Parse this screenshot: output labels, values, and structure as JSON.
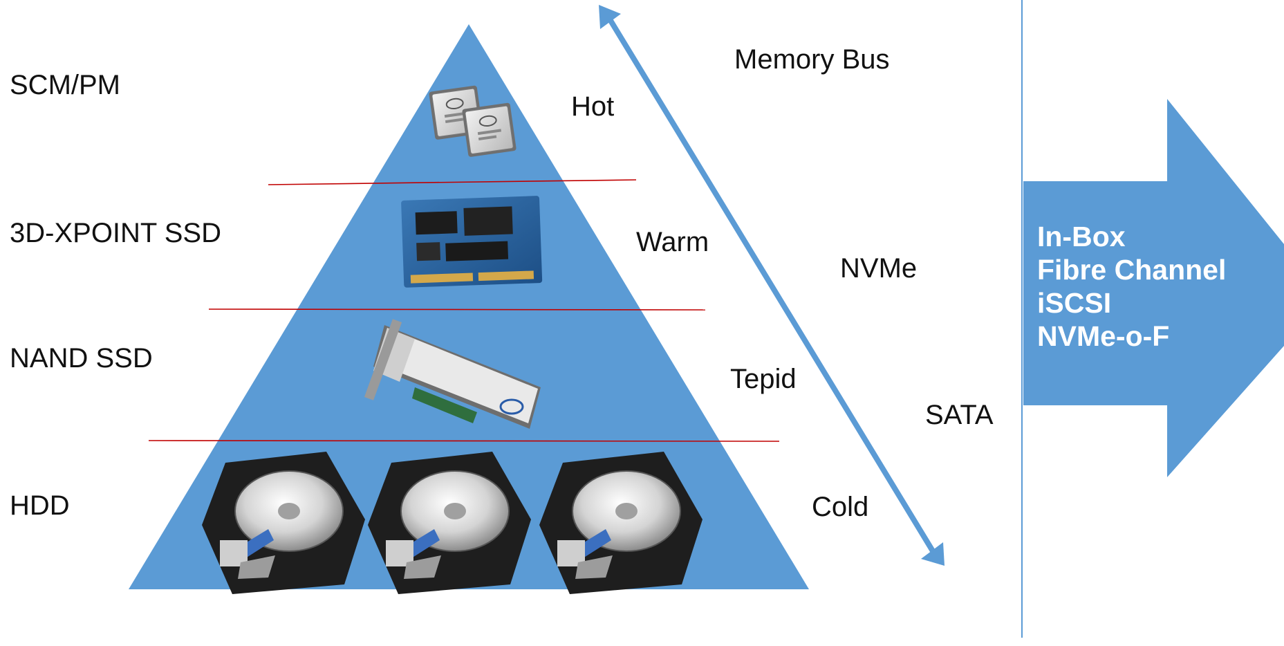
{
  "tiers": [
    {
      "name": "SCM/PM",
      "temperature": "Hot",
      "device_icon": "xeon-processor-icon"
    },
    {
      "name": "3D-XPOINT SSD",
      "temperature": "Warm",
      "device_icon": "m2-ssd-icon"
    },
    {
      "name": "NAND SSD",
      "temperature": "Tepid",
      "device_icon": "pcie-ssd-card-icon"
    },
    {
      "name": "HDD",
      "temperature": "Cold",
      "device_icon": "hard-disk-drive-icon"
    }
  ],
  "interfaces": [
    "Memory Bus",
    "NVMe",
    "SATA"
  ],
  "connectivity": [
    "In-Box",
    "Fibre Channel",
    "iSCSI",
    "NVMe-o-F"
  ],
  "colors": {
    "pyramid": "#5b9bd5",
    "tier_divider": "#c00000",
    "interface_arrow": "#5b9bd5",
    "connectivity_arrow": "#5b9bd5",
    "separator": "#5b9bd5",
    "text": "#111111",
    "arrow_text": "#ffffff"
  }
}
